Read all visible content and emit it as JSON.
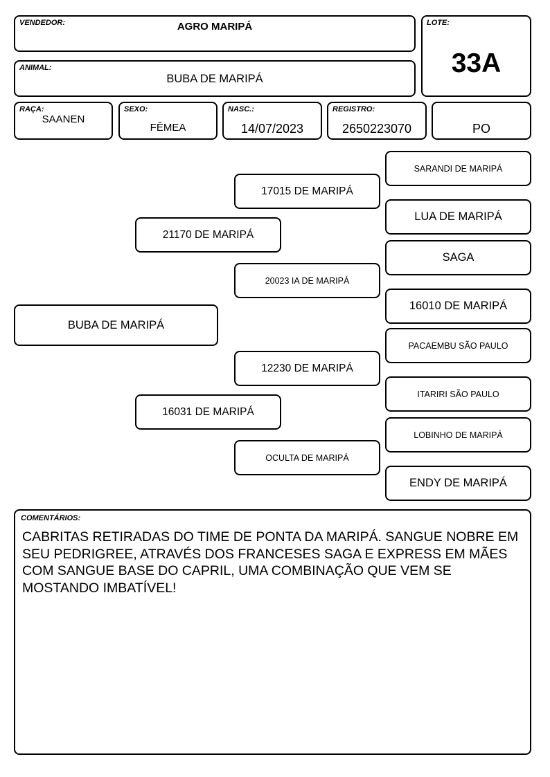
{
  "header": {
    "vendedor_label": "VENDEDOR:",
    "vendedor": "AGRO MARIPÁ",
    "lote_label": "LOTE:",
    "lote": "33A",
    "animal_label": "ANIMAL:",
    "animal": "BUBA DE MARIPÁ"
  },
  "details": {
    "raca_label": "RAÇA:",
    "raca": "SAANEN",
    "sexo_label": "SEXO:",
    "sexo": "FÊMEA",
    "nasc_label": "NASC.:",
    "nasc": "14/07/2023",
    "registro_label": "REGISTRO:",
    "registro": "2650223070",
    "categoria": "PO"
  },
  "pedigree": {
    "animal": "BUBA DE MARIPÁ",
    "sire": "21170 DE MARIPÁ",
    "dam": "16031 DE MARIPÁ",
    "sire_sire": "17015 DE MARIPÁ",
    "sire_dam": "20023 IA DE MARIPÁ",
    "dam_sire": "12230 DE MARIPÁ",
    "dam_dam": "OCULTA DE MARIPÁ",
    "sss": "SARANDI DE MARIPÁ",
    "ssd": "LUA DE MARIPÁ",
    "sds": "SAGA",
    "sdd": "16010 DE MARIPÁ",
    "dss": "PACAEMBU SÃO PAULO",
    "dsd": "ITARIRI SÃO PAULO",
    "dds": "LOBINHO DE MARIPÁ",
    "ddd": "ENDY DE MARIPÁ"
  },
  "comments": {
    "label": "COMENTÁRIOS:",
    "text": "CABRITAS RETIRADAS DO TIME DE PONTA DA MARIPÁ. SANGUE NOBRE EM SEU PEDRIGREE, ATRAVÉS DOS FRANCESES SAGA E EXPRESS EM MÃES COM SANGUE BASE DO CAPRIL, UMA COMBINAÇÃO QUE VEM SE MOSTANDO IMBATÍVEL!"
  }
}
